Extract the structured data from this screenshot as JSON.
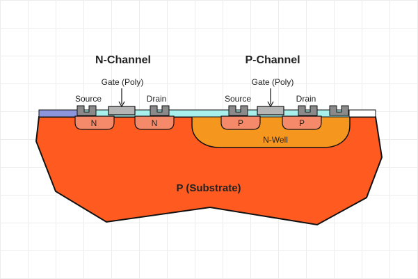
{
  "titles": {
    "n_channel": "N-Channel",
    "p_channel": "P-Channel"
  },
  "labels": {
    "n_source": "Source",
    "n_gate": "Gate (Poly)",
    "n_drain": "Drain",
    "p_source": "Source",
    "p_gate": "Gate (Poly)",
    "p_drain": "Drain"
  },
  "regions": {
    "n_source": "N",
    "n_drain": "N",
    "p_source": "P",
    "p_drain": "P",
    "nwell": "N-Well",
    "substrate": "P (Substrate)"
  },
  "colors": {
    "substrate": "#ff5a1f",
    "nwell": "#f5961e",
    "diffusion": "#f58a6a",
    "oxide": "#a8f0ec",
    "field_oxide": "#8c94dc",
    "poly": "#b4b4b4",
    "contact": "#8a8a8a",
    "background": "#ffffff"
  }
}
